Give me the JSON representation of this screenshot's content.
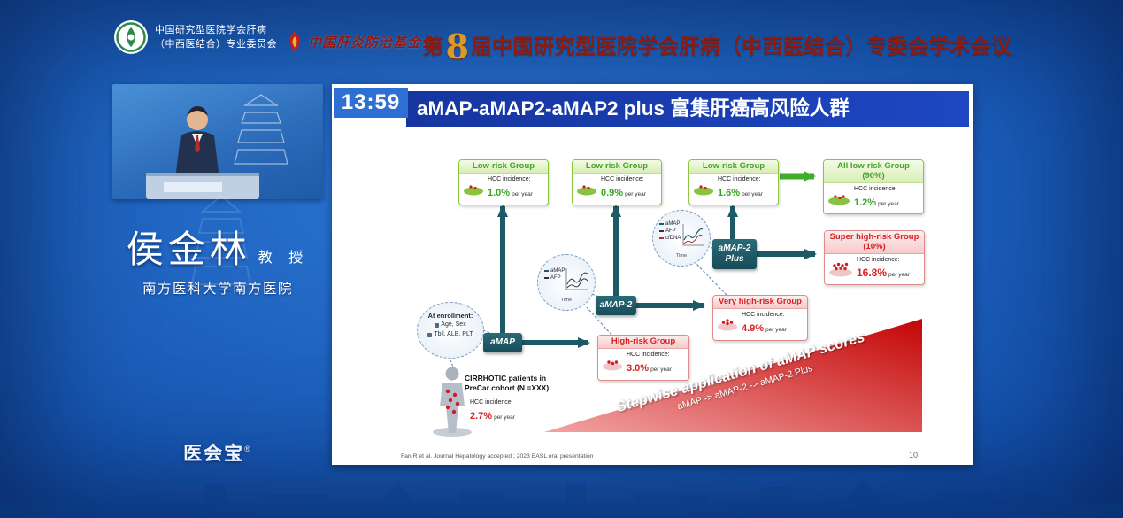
{
  "header": {
    "org": {
      "line1": "中国研究型医院学会肝病",
      "line2": "（中西医结合）专业委员会"
    },
    "foundation_name": "中国肝炎防治基金会",
    "conference_title": {
      "prefix": "第",
      "number": "8",
      "suffix": "届中国研究型医院学会肝病（中西医结合）专委会学术会议"
    }
  },
  "sidebar": {
    "speaker_name": "侯金林",
    "speaker_title": "教 授",
    "institution": "南方医科大学南方医院",
    "platform_name": "医会宝",
    "registered_mark": "®"
  },
  "slide": {
    "timestamp": "13:59",
    "title": "aMAP-aMAP2-aMAP2 plus 富集肝癌高风险人群",
    "citation": "Fan R et al. Journal Hepatology accepted ; 2023 EASL oral presentation",
    "page_number": "10"
  },
  "diagram": {
    "low_risk_groups": [
      {
        "title": "Low-risk Group",
        "incidence_label": "HCC incidence:",
        "value": "1.0%",
        "unit": "per year"
      },
      {
        "title": "Low-risk Group",
        "incidence_label": "HCC incidence:",
        "value": "0.9%",
        "unit": "per year"
      },
      {
        "title": "Low-risk Group",
        "incidence_label": "HCC incidence:",
        "value": "1.6%",
        "unit": "per year"
      }
    ],
    "all_low_risk": {
      "title": "All low-risk Group",
      "share": "(90%)",
      "incidence_label": "HCC incidence:",
      "value": "1.2%",
      "unit": "per year"
    },
    "high_risk": {
      "title": "High-risk Group",
      "incidence_label": "HCC incidence:",
      "value": "3.0%",
      "unit": "per year"
    },
    "very_high_risk": {
      "title": "Very high-risk Group",
      "incidence_label": "HCC incidence:",
      "value": "4.9%",
      "unit": "per year"
    },
    "super_high_risk": {
      "title": "Super high-risk Group",
      "share": "(10%)",
      "incidence_label": "HCC incidence:",
      "value": "16.8%",
      "unit": "per year"
    },
    "nodes": {
      "amap": "aMAP",
      "amap2": "aMAP-2",
      "amap2_plus": "aMAP-2 Plus"
    },
    "enrollment": {
      "title": "At enrollment:",
      "line1": "Age, Sex",
      "line2": "Tbil, ALB, PLT"
    },
    "monitor_chart_1": {
      "label1": "aMAP",
      "label2": "AFP",
      "xlabel": "Time"
    },
    "monitor_chart_2": {
      "label1": "aMAP",
      "label2": "AFP",
      "label3": "cfDNA",
      "xlabel": "Time"
    },
    "cohort": {
      "line1": "CIRRHOTIC patients in",
      "line2": "PreCar cohort (N =XXX)",
      "incidence_label": "HCC incidence:",
      "value": "2.7%",
      "unit": "per year"
    },
    "stepwise": {
      "line1": "Stepwise application of aMAP scores",
      "line2": "aMAP -> aMAP-2 -> aMAP-2 Plus"
    }
  }
}
